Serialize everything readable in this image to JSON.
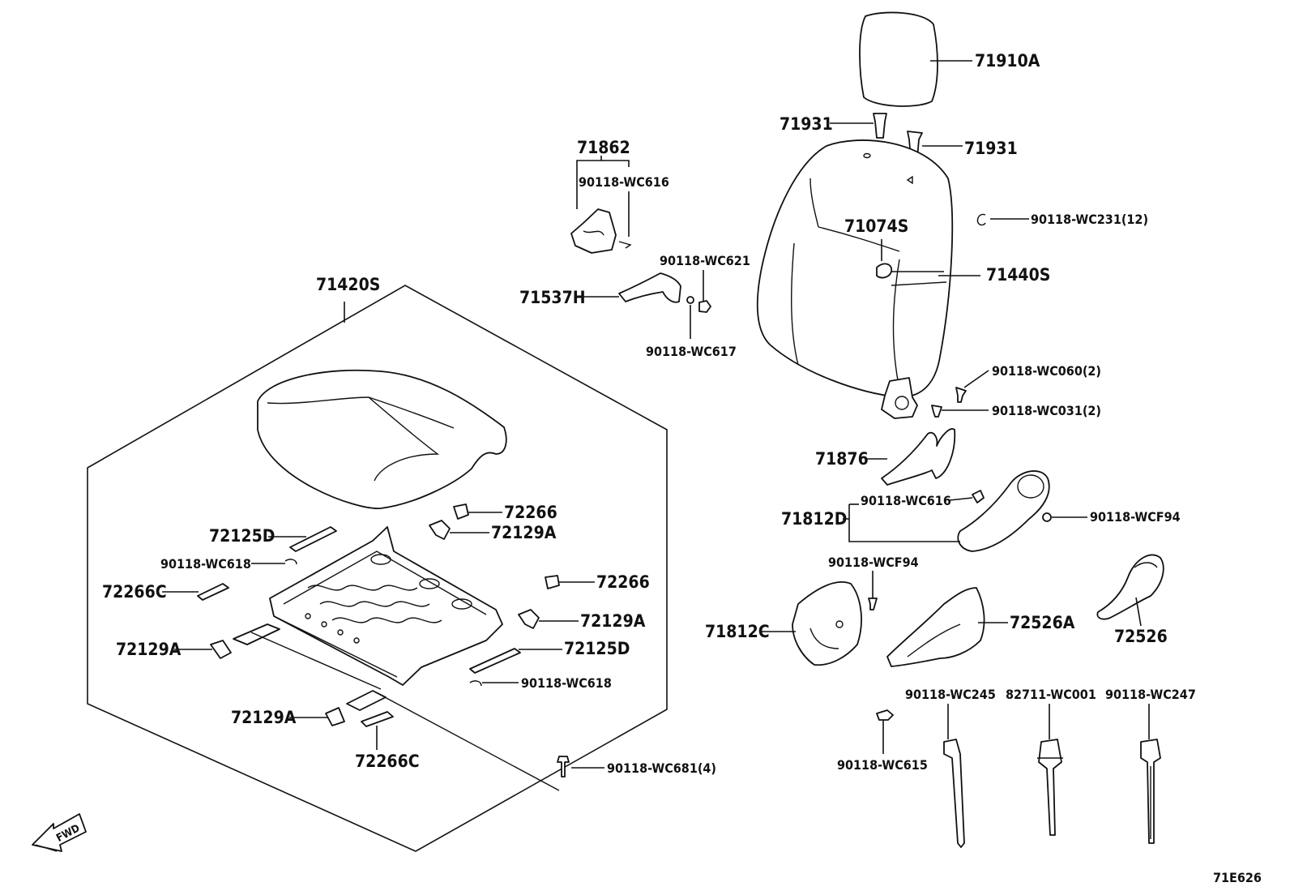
{
  "diagram_code": "71E626",
  "fwd_label": "FWD",
  "labels": {
    "l71910A": "71910A",
    "l71931a": "71931",
    "l71931b": "71931",
    "l71862": "71862",
    "lwc616a": "90118-WC616",
    "lwc231": "90118-WC231(12)",
    "l71074S": "71074S",
    "lwc621": "90118-WC621",
    "l71440S": "71440S",
    "l71420S": "71420S",
    "l71537H": "71537H",
    "lwc617": "90118-WC617",
    "lwc060": "90118-WC060(2)",
    "lwc031": "90118-WC031(2)",
    "l71876": "71876",
    "lwc616b": "90118-WC616",
    "l71812D": "71812D",
    "lwcf94a": "90118-WCF94",
    "l72266a": "72266",
    "l72129Aa": "72129A",
    "l72125Da": "72125D",
    "lwc618a": "90118-WC618",
    "l72266Ca": "72266C",
    "l72266b": "72266",
    "l72129Ab": "72129A",
    "l72129Ac": "72129A",
    "l72125Db": "72125D",
    "lwc618b": "90118-WC618",
    "lwcf94b": "90118-WCF94",
    "l71812C": "71812C",
    "l72526A": "72526A",
    "l72526": "72526",
    "l72129Ad": "72129A",
    "l72266Cb": "72266C",
    "lwc681": "90118-WC681(4)",
    "lwc245": "90118-WC245",
    "l82711": "82711-WC001",
    "lwc247": "90118-WC247",
    "lwc615": "90118-WC615"
  }
}
